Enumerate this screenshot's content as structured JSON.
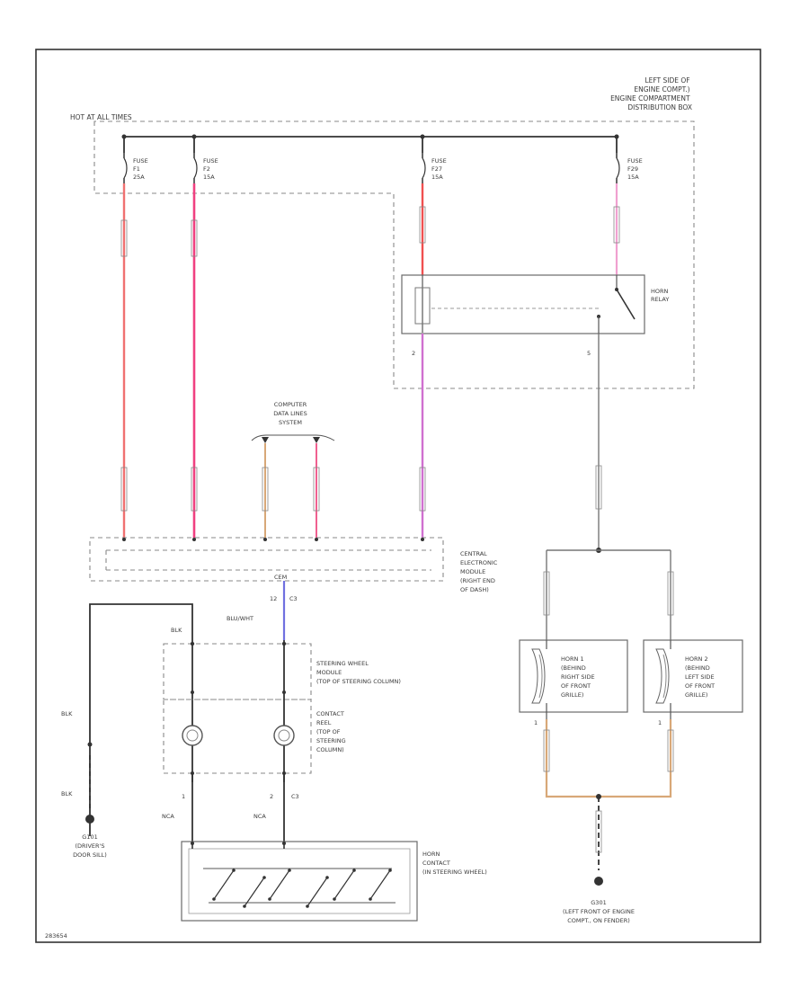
{
  "diagram": {
    "colors": {
      "red": "#f07070",
      "pink": "#f04080",
      "violet": "#d070d0",
      "lightpink": "#f0a0d0",
      "blue": "#7070e0",
      "brown": "#d8a878",
      "gray": "#777777",
      "black": "#333333"
    },
    "labels": {
      "hot_at_all_times": "HOT AT ALL TIMES",
      "distribution_box": "LEFT SIDE OF ENGINE COMPT.) ENGINE COMPARTMENT DISTRIBUTION BOX",
      "distribution_box_lines": [
        "LEFT SIDE OF",
        "ENGINE COMPT.)",
        "ENGINE COMPARTMENT",
        "DISTRIBUTION BOX"
      ],
      "fuse1_lines": [
        "FUSE",
        "F1",
        "25A"
      ],
      "fuse2_lines": [
        "FUSE",
        "F2",
        "15A"
      ],
      "fuse3_lines": [
        "FUSE",
        "F27",
        "15A"
      ],
      "fuse4_lines": [
        "FUSE",
        "F29",
        "15A"
      ],
      "horn_relay_lines": [
        "HORN",
        "RELAY"
      ],
      "relay_pin_2": "2",
      "relay_pin_5": "5",
      "computer_data_lines_lines": [
        "COMPUTER",
        "DATA LINES",
        "SYSTEM"
      ],
      "cem_lines": [
        "CENTRAL",
        "ELECTRONIC",
        "MODULE",
        "(RIGHT END",
        "OF DASH)"
      ],
      "cem_tag": "CEM",
      "cem_pin_12": "12",
      "cem_conn_c3": "C3",
      "blu_wht": "BLU/WHT",
      "blk_top": "BLK",
      "steering_wheel_module_lines": [
        "STEERING WHEEL",
        "MODULE",
        "(TOP OF STEERING COLUMN)"
      ],
      "contact_reel_lines": [
        "CONTACT",
        "REEL",
        "(TOP OF",
        "STEERING",
        "COLUMN)"
      ],
      "blk_left_1": "BLK",
      "blk_left_2": "BLK",
      "g101_lines": [
        "G101",
        "(DRIVER'S",
        "DOOR SILL)"
      ],
      "pin_1": "1",
      "pin_2": "2",
      "conn_c3_lower": "C3",
      "nca_left": "NCA",
      "nca_right": "NCA",
      "horn_contact_lines": [
        "HORN",
        "CONTACT",
        "(IN STEERING WHEEL)"
      ],
      "horn1_lines": [
        "HORN 1",
        "(BEHIND",
        "RIGHT SIDE",
        "OF FRONT",
        "GRILLE)"
      ],
      "horn2_lines": [
        "HORN 2",
        "(BEHIND",
        "LEFT SIDE",
        "OF FRONT",
        "GRILLE)"
      ],
      "horn1_pin": "1",
      "horn2_pin": "1",
      "g301_lines": [
        "G301",
        "(LEFT FRONT OF ENGINE",
        "COMPT., ON FENDER)"
      ],
      "figure_id": "283654"
    }
  }
}
